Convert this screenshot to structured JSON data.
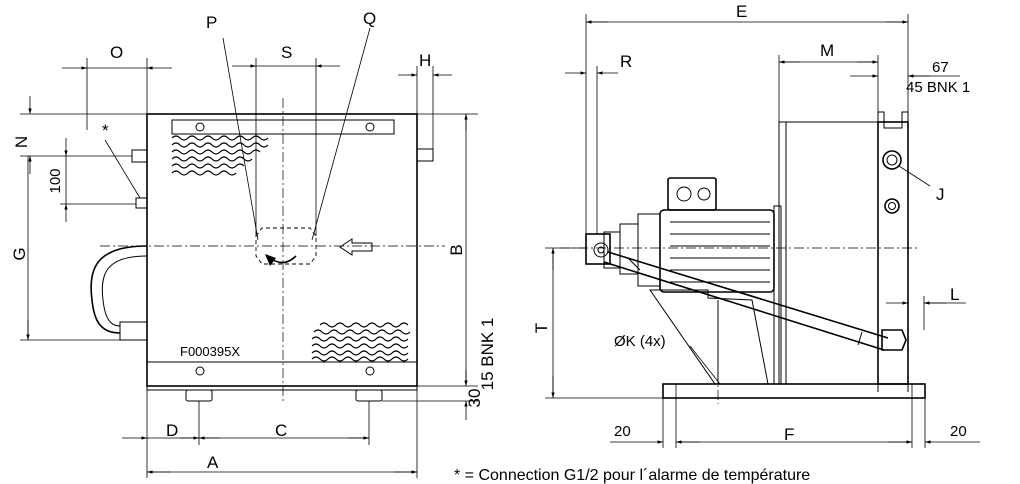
{
  "labels": {
    "O": "O",
    "P": "P",
    "S": "S",
    "Q": "Q",
    "H": "H",
    "N": "N",
    "star": "*",
    "hundred": "100",
    "G": "G",
    "B": "B",
    "fifteen_bnk1": "15 BNK 1",
    "thirty": "30",
    "D": "D",
    "C": "C",
    "A": "A",
    "part_code": "F000395X",
    "E": "E",
    "R": "R",
    "M": "M",
    "sixtyseven": "67",
    "fortyfive_bnk1": "45 BNK 1",
    "J": "J",
    "L": "L",
    "T": "T",
    "OK": "ØK (4x)",
    "twenty_left": "20",
    "F": "F",
    "twenty_right": "20"
  },
  "footnote": "* = Connection G1/2 pour l´alarme de température"
}
